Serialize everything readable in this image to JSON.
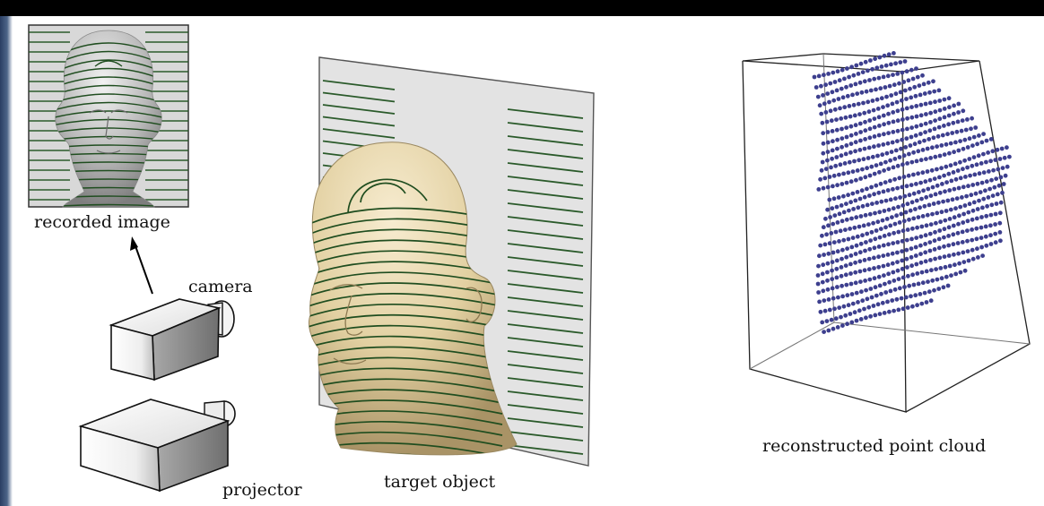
{
  "labels": {
    "recorded_image": "recorded image",
    "camera": "camera",
    "projector": "projector",
    "target_object": "target object",
    "point_cloud": "reconstructed point cloud"
  },
  "colors": {
    "stripe": "#2a5a2a",
    "head_skin": "#e8d8ad",
    "head_gray": "#c9c9c9",
    "backdrop": "#e3e3e3",
    "points": "#3d3f8e",
    "frame": "#000000"
  }
}
